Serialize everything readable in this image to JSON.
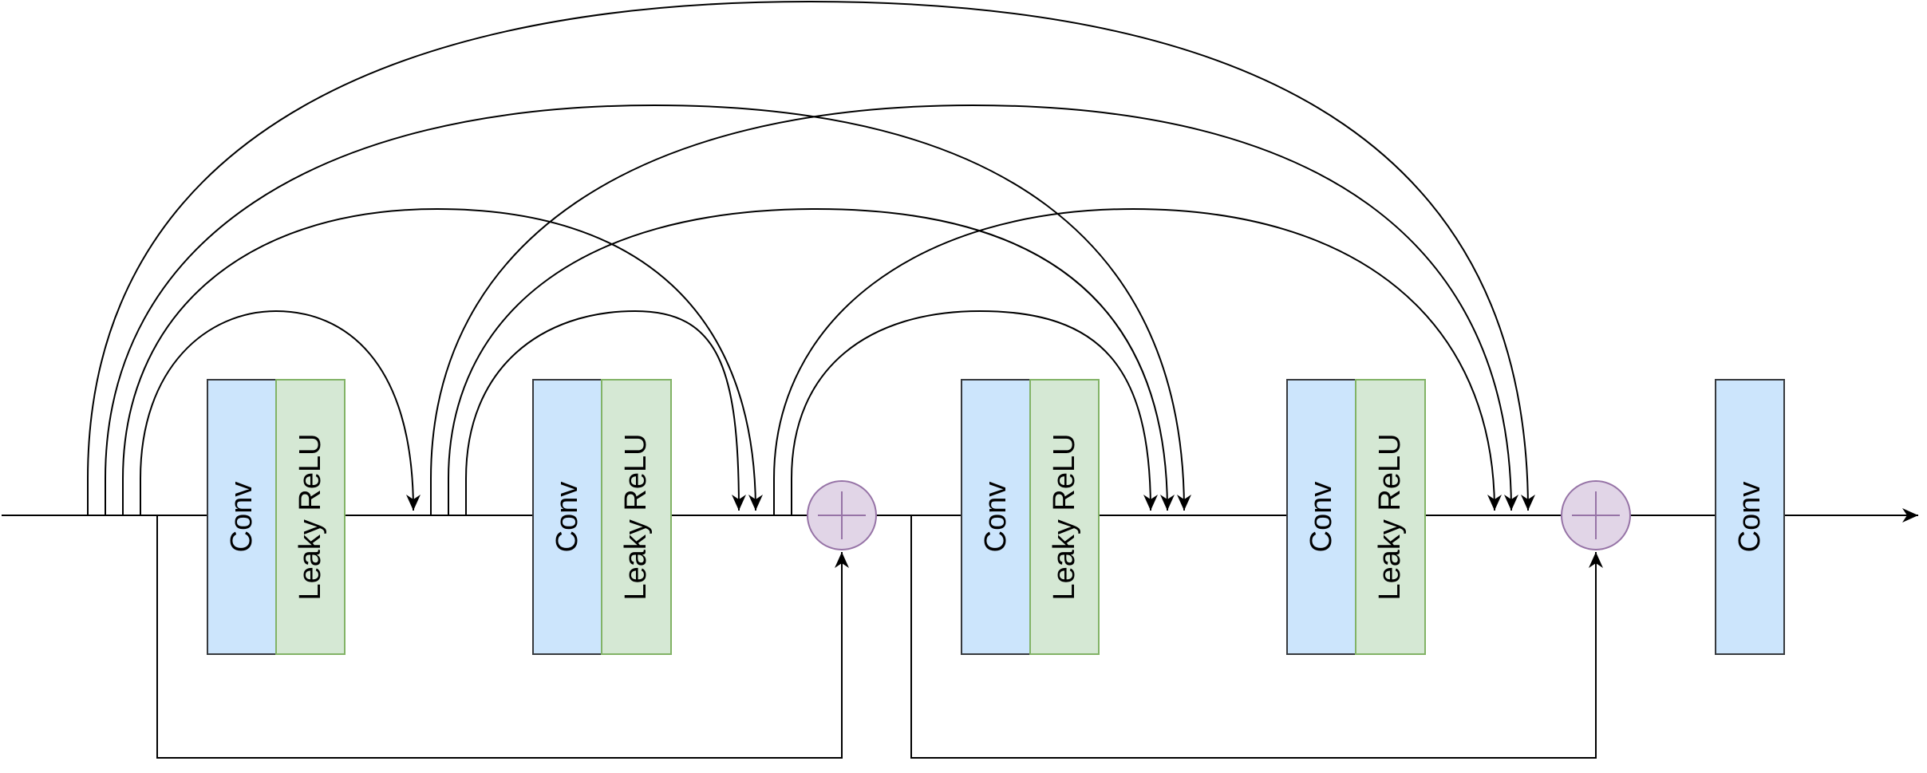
{
  "colors": {
    "conv_fill": "#cce5fc",
    "conv_stroke": "#36393d",
    "relu_fill": "#d5e8d4",
    "relu_stroke": "#82b366",
    "sum_fill": "#e1d5e7",
    "sum_stroke": "#9673a6",
    "line": "#000000"
  },
  "blocks": {
    "conv_label": "Conv",
    "relu_label": "Leaky ReLU"
  },
  "nodes": [
    {
      "id": "conv-1",
      "kind": "conv"
    },
    {
      "id": "relu-1",
      "kind": "relu"
    },
    {
      "id": "conv-2",
      "kind": "conv"
    },
    {
      "id": "relu-2",
      "kind": "relu"
    },
    {
      "id": "sum-1",
      "kind": "sum"
    },
    {
      "id": "conv-3",
      "kind": "conv"
    },
    {
      "id": "relu-3",
      "kind": "relu"
    },
    {
      "id": "conv-4",
      "kind": "conv"
    },
    {
      "id": "relu-4",
      "kind": "relu"
    },
    {
      "id": "sum-2",
      "kind": "sum"
    },
    {
      "id": "conv-5",
      "kind": "conv"
    }
  ],
  "edges": [
    {
      "from": "input",
      "to": "conv-1"
    },
    {
      "from": "relu-1",
      "to": "conv-2"
    },
    {
      "from": "relu-2",
      "to": "sum-1"
    },
    {
      "from": "sum-1",
      "to": "conv-3"
    },
    {
      "from": "relu-3",
      "to": "conv-4"
    },
    {
      "from": "relu-4",
      "to": "sum-2"
    },
    {
      "from": "sum-2",
      "to": "conv-5"
    },
    {
      "from": "conv-5",
      "to": "output"
    },
    {
      "from": "input",
      "to": "sum-1",
      "type": "residual"
    },
    {
      "from": "sum-1",
      "to": "sum-2",
      "type": "residual"
    }
  ]
}
